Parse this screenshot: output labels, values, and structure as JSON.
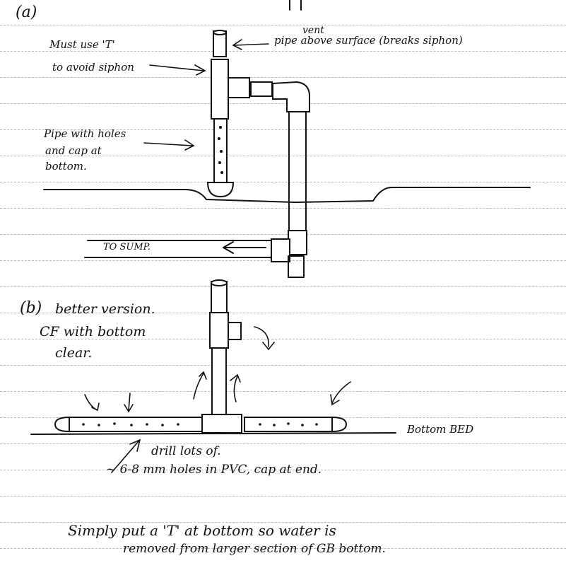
{
  "labels": {
    "part_a": "(a)",
    "part_b": "(b)",
    "must_use_t_line1": "Must use 'T'",
    "must_use_t_line2": "to avoid siphon",
    "vent_line1": "vent",
    "vent_line2": "pipe above surface (breaks siphon)",
    "pipe_holes_line1": "Pipe with holes",
    "pipe_holes_line2": "and cap at",
    "pipe_holes_line3": "bottom.",
    "to_sump": "TO SUMP.",
    "better_line1": "better version.",
    "better_line2": "CF with bottom",
    "better_line3": "clear.",
    "bottom_bed": "Bottom BED",
    "drill_line1": "drill lots of.",
    "drill_line2": "~ 6-8 mm holes in PVC, cap at end.",
    "note_line1": "Simply put a 'T' at bottom so water is",
    "note_line2": "removed from larger section of GB bottom."
  }
}
